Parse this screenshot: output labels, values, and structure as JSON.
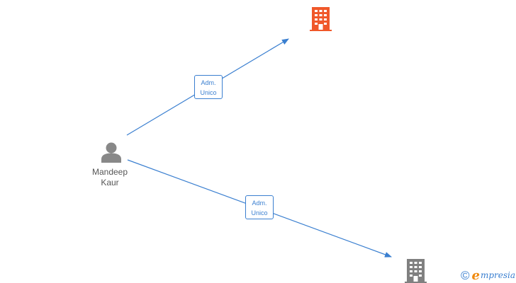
{
  "nodes": {
    "person": {
      "label_line1": "Mandeep",
      "label_line2": "Kaur",
      "icon": "person-icon",
      "color": "#888888"
    },
    "company_top": {
      "icon": "building-icon",
      "color": "#f0582a"
    },
    "company_bottom": {
      "icon": "building-icon",
      "color": "#808080"
    }
  },
  "edges": [
    {
      "from": "person",
      "to": "company_top",
      "label_line1": "Adm.",
      "label_line2": "Unico"
    },
    {
      "from": "person",
      "to": "company_bottom",
      "label_line1": "Adm.",
      "label_line2": "Unico"
    }
  ],
  "colors": {
    "edge": "#3a7fd0",
    "brand_accent": "#f08a0e"
  },
  "watermark": {
    "copyright": "©",
    "brand_initial": "e",
    "brand_rest": "mpresia"
  }
}
